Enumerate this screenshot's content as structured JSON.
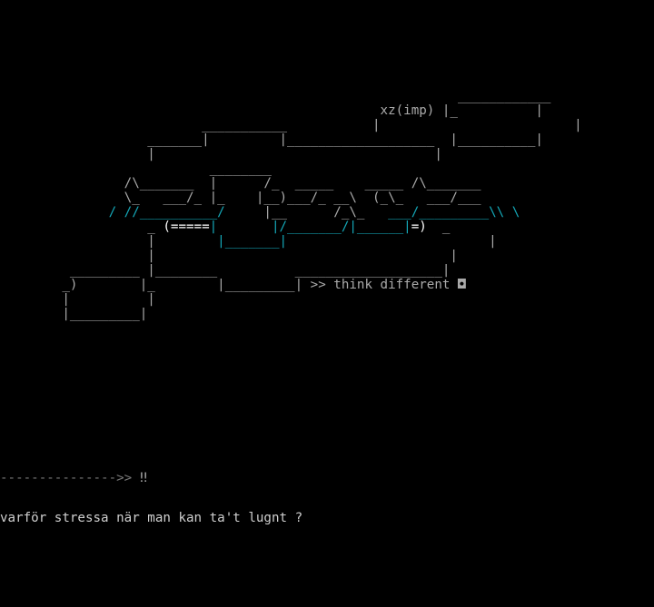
{
  "colors": {
    "background": "#000000",
    "art_grey": "#aaaaaa",
    "art_cyan": "#14a8b8",
    "highlight_white": "#ffffff"
  },
  "art": {
    "credit": "xz(imp)",
    "tagline": "think different",
    "lines": [
      [
        {
          "t": "                                                           ____________",
          "c": "grey"
        }
      ],
      [
        {
          "t": "                                                 ",
          "c": "grey"
        },
        {
          "t": "xz(imp)",
          "c": "grey"
        },
        {
          "t": " |_          |",
          "c": "grey"
        }
      ],
      [
        {
          "t": "                          ___________           |                         |",
          "c": "grey"
        }
      ],
      [
        {
          "t": "                   _______|         |___________________  |__________|",
          "c": "grey"
        }
      ],
      [
        {
          "t": "                   |                                    |",
          "c": "grey"
        }
      ],
      [
        {
          "t": "                           ________",
          "c": "grey"
        }
      ],
      [
        {
          "t": "                /\\_______  |      /_  _____    _____ /\\_______",
          "c": "grey"
        }
      ],
      [
        {
          "t": "                \\_   ___/_ |_    |__)___/_ __\\  (_\\_   ___/___",
          "c": "grey"
        }
      ],
      [
        {
          "t": "              / //",
          "c": "cyan"
        },
        {
          "t": "__________/",
          "c": "cyan"
        },
        {
          "t": "     |__      /_\\_   ",
          "c": "grey"
        },
        {
          "t": "___/_________\\\\ \\",
          "c": "cyan"
        }
      ],
      [
        {
          "t": "                   _ ",
          "c": "grey"
        },
        {
          "t": "(=====",
          "c": "white"
        },
        {
          "t": "|",
          "c": "cyan"
        },
        {
          "t": "       ",
          "c": "grey"
        },
        {
          "t": "|/_______/|______|",
          "c": "cyan"
        },
        {
          "t": "=)",
          "c": "white"
        },
        {
          "t": "  _",
          "c": "grey"
        }
      ],
      [
        {
          "t": "                   |        ",
          "c": "grey"
        },
        {
          "t": "|_______|",
          "c": "cyan"
        },
        {
          "t": "                          |",
          "c": "grey"
        }
      ],
      [
        {
          "t": "                   |                                      |",
          "c": "grey"
        }
      ],
      [
        {
          "t": "         _________ |________          ___________________|",
          "c": "grey"
        }
      ],
      [
        {
          "t": "        _)        |_        |_________| ",
          "c": "grey"
        },
        {
          "t": ">> ",
          "c": "grey"
        },
        {
          "t": "think different",
          "c": "grey"
        },
        {
          "t": " ◘",
          "c": "grey"
        }
      ],
      [
        {
          "t": "        |          |",
          "c": "grey"
        }
      ],
      [
        {
          "t": "        |_________|",
          "c": "grey"
        }
      ]
    ]
  },
  "separator": {
    "dashes": "---------------",
    "arrows": ">>",
    "bang": "‼"
  },
  "quote": "varför stressa när man kan ta't lugnt ?"
}
